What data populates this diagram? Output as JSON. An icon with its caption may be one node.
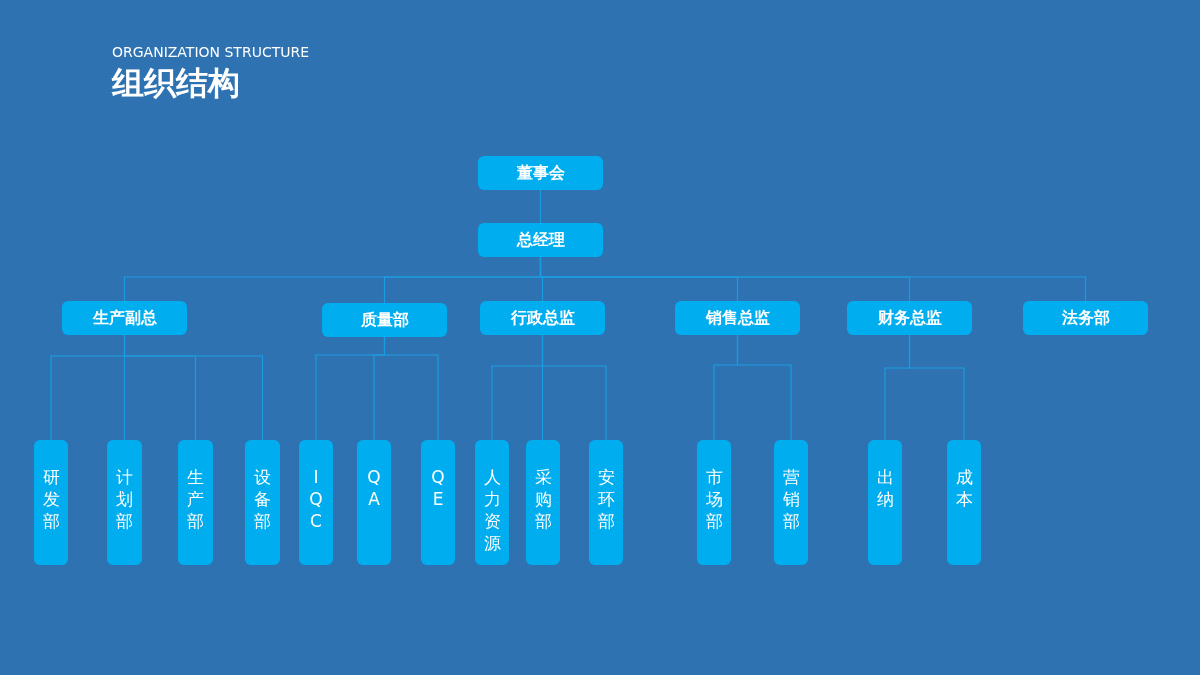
{
  "diagram": {
    "title": "组织结构",
    "nodes": [
      {
        "text": [
          "董事会"
        ]
      },
      {
        "text": [
          "总经理"
        ]
      },
      {
        "text": [
          "生产副总"
        ]
      },
      {
        "text": [
          "质量部"
        ]
      },
      {
        "text": [
          "行政总监"
        ]
      },
      {
        "text": [
          "销售总监"
        ]
      },
      {
        "text": [
          "财务总监"
        ]
      },
      {
        "text": [
          "法务部"
        ]
      },
      {
        "text": [
          "研发部"
        ]
      },
      {
        "text": [
          "计划部"
        ]
      },
      {
        "text": [
          "生产部"
        ]
      },
      {
        "text": [
          "设备部"
        ]
      },
      {
        "text": [
          "IQC"
        ]
      },
      {
        "text": [
          "QA"
        ]
      },
      {
        "text": [
          "QE"
        ]
      },
      {
        "text": [
          "人力资源"
        ]
      },
      {
        "text": [
          "采购部"
        ]
      },
      {
        "text": [
          "安环部"
        ]
      },
      {
        "text": [
          "市场部"
        ]
      },
      {
        "text": [
          "营销部"
        ]
      },
      {
        "text": [
          "出纳"
        ]
      },
      {
        "text": [
          "成本"
        ]
      }
    ],
    "edges": [
      {
        "from": 0,
        "to": 1,
        "arrow": "none"
      },
      {
        "from": 1,
        "to": 2,
        "arrow": "none"
      },
      {
        "from": 1,
        "to": 3,
        "arrow": "none"
      },
      {
        "from": 1,
        "to": 4,
        "arrow": "none"
      },
      {
        "from": 1,
        "to": 5,
        "arrow": "none"
      },
      {
        "from": 1,
        "to": 6,
        "arrow": "none"
      },
      {
        "from": 1,
        "to": 7,
        "arrow": "none"
      },
      {
        "from": 2,
        "to": 8,
        "arrow": "none"
      },
      {
        "from": 2,
        "to": 9,
        "arrow": "none"
      },
      {
        "from": 2,
        "to": 10,
        "arrow": "none"
      },
      {
        "from": 2,
        "to": 11,
        "arrow": "none"
      },
      {
        "from": 3,
        "to": 12,
        "arrow": "none"
      },
      {
        "from": 3,
        "to": 13,
        "arrow": "none"
      },
      {
        "from": 3,
        "to": 14,
        "arrow": "none"
      },
      {
        "from": 4,
        "to": 15,
        "arrow": "none"
      },
      {
        "from": 4,
        "to": 16,
        "arrow": "none"
      },
      {
        "from": 4,
        "to": 17,
        "arrow": "none"
      },
      {
        "from": 5,
        "to": 18,
        "arrow": "none"
      },
      {
        "from": 5,
        "to": 19,
        "arrow": "none"
      },
      {
        "from": 6,
        "to": 20,
        "arrow": "none"
      },
      {
        "from": 6,
        "to": 21,
        "arrow": "none"
      }
    ],
    "labels": [
      "ORGANIZATION STRUCTURE"
    ]
  }
}
